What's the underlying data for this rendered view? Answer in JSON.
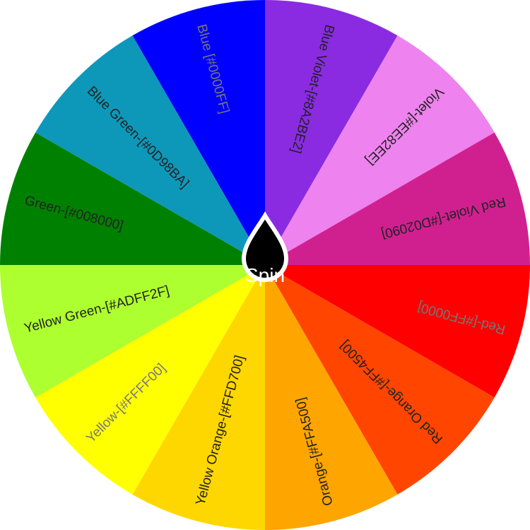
{
  "segments": [
    {
      "label": "Blue Violet-[#8A2BE2]",
      "color": "#8A2BE2",
      "text_color": "#222222"
    },
    {
      "label": "Violet-[#EE82EE]",
      "color": "#EE82EE",
      "text_color": "#222222"
    },
    {
      "label": "Red Violet-[#D02090]",
      "color": "#D02090",
      "text_color": "#222222"
    },
    {
      "label": "Red-[#FF0000]",
      "color": "#FF0000",
      "text_color": "#777777"
    },
    {
      "label": "Red Orange-[#FF4500]",
      "color": "#FF4500",
      "text_color": "#222222"
    },
    {
      "label": "Orange-[#FFA500]",
      "color": "#FFA500",
      "text_color": "#222222"
    },
    {
      "label": "Yellow Orange-[#FFD700]",
      "color": "#FFD700",
      "text_color": "#222222"
    },
    {
      "label": "Yellow-[#FFFF00]",
      "color": "#FFFF00",
      "text_color": "#777777"
    },
    {
      "label": "Yellow Green-[#ADFF2F]",
      "color": "#ADFF2F",
      "text_color": "#222222"
    },
    {
      "label": "Green-[#008000]",
      "color": "#008000",
      "text_color": "#222222"
    },
    {
      "label": "Blue Green-[#0D98BA]",
      "color": "#0D98BA",
      "text_color": "#222222"
    },
    {
      "label": "Blue [#0000FF]",
      "color": "#0000FF",
      "text_color": "#777777"
    }
  ],
  "spin_button": {
    "label": "Spin"
  }
}
